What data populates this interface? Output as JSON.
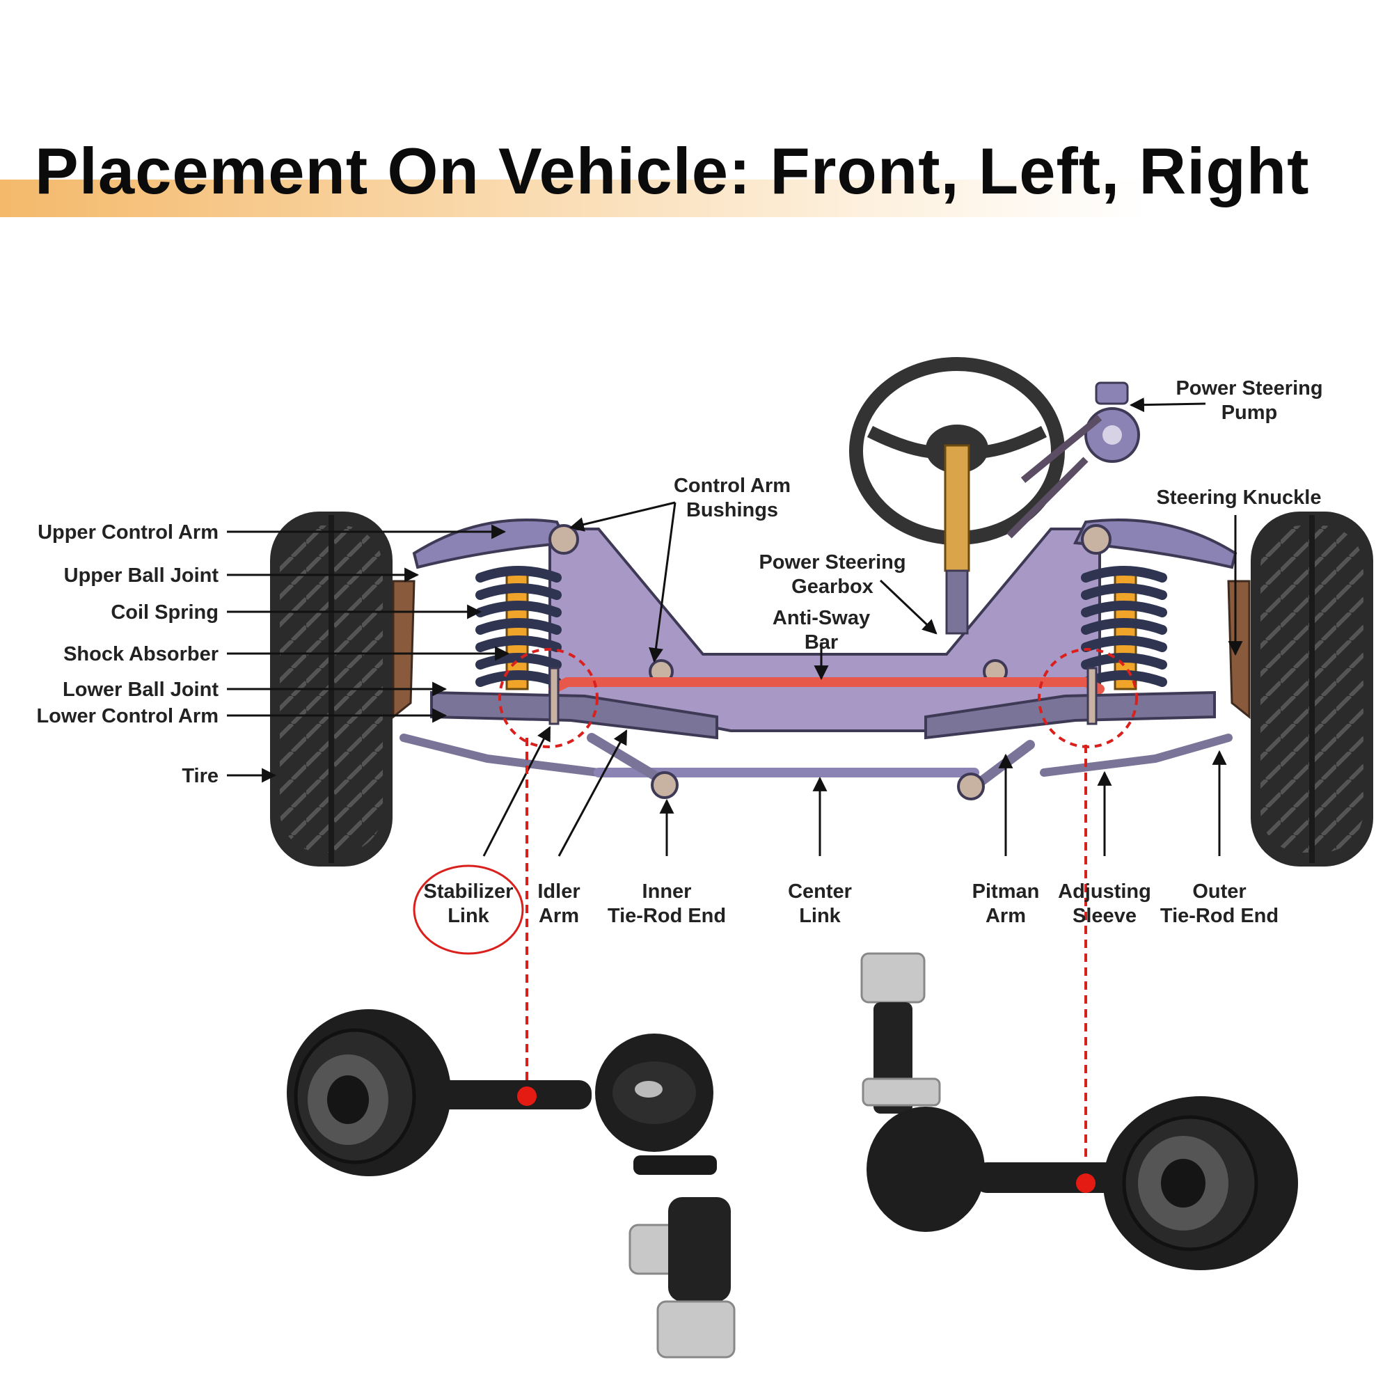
{
  "title": "Placement On Vehicle: Front, Left, Right",
  "colors": {
    "frame": "#a898c6",
    "frame_edge": "#3e3a56",
    "sway_bar": "#e8584a",
    "highlight": "#d9201c",
    "spring": "#2f3550",
    "shock": "#f0a52a",
    "tire": "#2b2b2b",
    "title_band": "#f4b96b"
  },
  "labels": {
    "upper_control_arm": "Upper Control Arm",
    "upper_ball_joint": "Upper Ball Joint",
    "coil_spring": "Coil Spring",
    "shock_absorber": "Shock Absorber",
    "lower_ball_joint": "Lower Ball Joint",
    "lower_control_arm": "Lower Control Arm",
    "tire": "Tire",
    "control_arm_bushings_1": "Control Arm",
    "control_arm_bushings_2": "Bushings",
    "power_steering_gearbox_1": "Power Steering",
    "power_steering_gearbox_2": "Gearbox",
    "anti_sway_bar_1": "Anti-Sway",
    "anti_sway_bar_2": "Bar",
    "power_steering_pump_1": "Power Steering",
    "power_steering_pump_2": "Pump",
    "steering_knuckle": "Steering Knuckle",
    "stabilizer_link_1": "Stabilizer",
    "stabilizer_link_2": "Link",
    "idler_arm_1": "Idler",
    "idler_arm_2": "Arm",
    "inner_tie_rod_1": "Inner",
    "inner_tie_rod_2": "Tie-Rod End",
    "center_link_1": "Center",
    "center_link_2": "Link",
    "pitman_arm_1": "Pitman",
    "pitman_arm_2": "Arm",
    "adjusting_sleeve_1": "Adjusting",
    "adjusting_sleeve_2": "Sleeve",
    "outer_tie_rod_1": "Outer",
    "outer_tie_rod_2": "Tie-Rod End"
  }
}
